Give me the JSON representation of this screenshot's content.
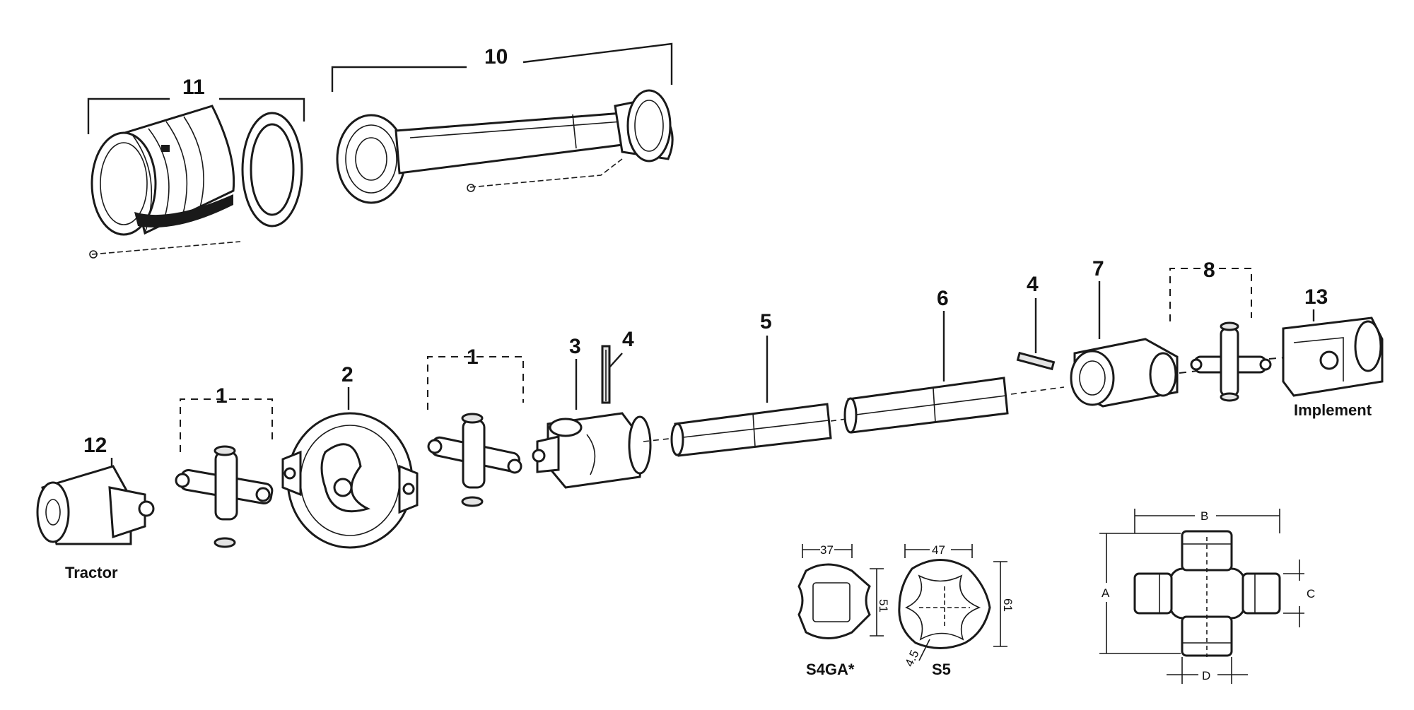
{
  "parts": [
    {
      "id": "1",
      "label": "1"
    },
    {
      "id": "1b",
      "label": "1"
    },
    {
      "id": "2",
      "label": "2"
    },
    {
      "id": "3",
      "label": "3"
    },
    {
      "id": "4",
      "label": "4"
    },
    {
      "id": "4b",
      "label": "4"
    },
    {
      "id": "5",
      "label": "5"
    },
    {
      "id": "6",
      "label": "6"
    },
    {
      "id": "7",
      "label": "7"
    },
    {
      "id": "8",
      "label": "8"
    },
    {
      "id": "10",
      "label": "10"
    },
    {
      "id": "11",
      "label": "11"
    },
    {
      "id": "12",
      "label": "12"
    },
    {
      "id": "13",
      "label": "13"
    }
  ],
  "ends": {
    "tractor": "Tractor",
    "implement": "Implement"
  },
  "profiles": {
    "s4ga": {
      "name": "S4GA*",
      "width": "37",
      "height": "51"
    },
    "s5": {
      "name": "S5",
      "width": "47",
      "height": "61",
      "corner": "4.5"
    }
  },
  "cross_dims": {
    "a": "A",
    "b": "B",
    "c": "C",
    "d": "D"
  }
}
